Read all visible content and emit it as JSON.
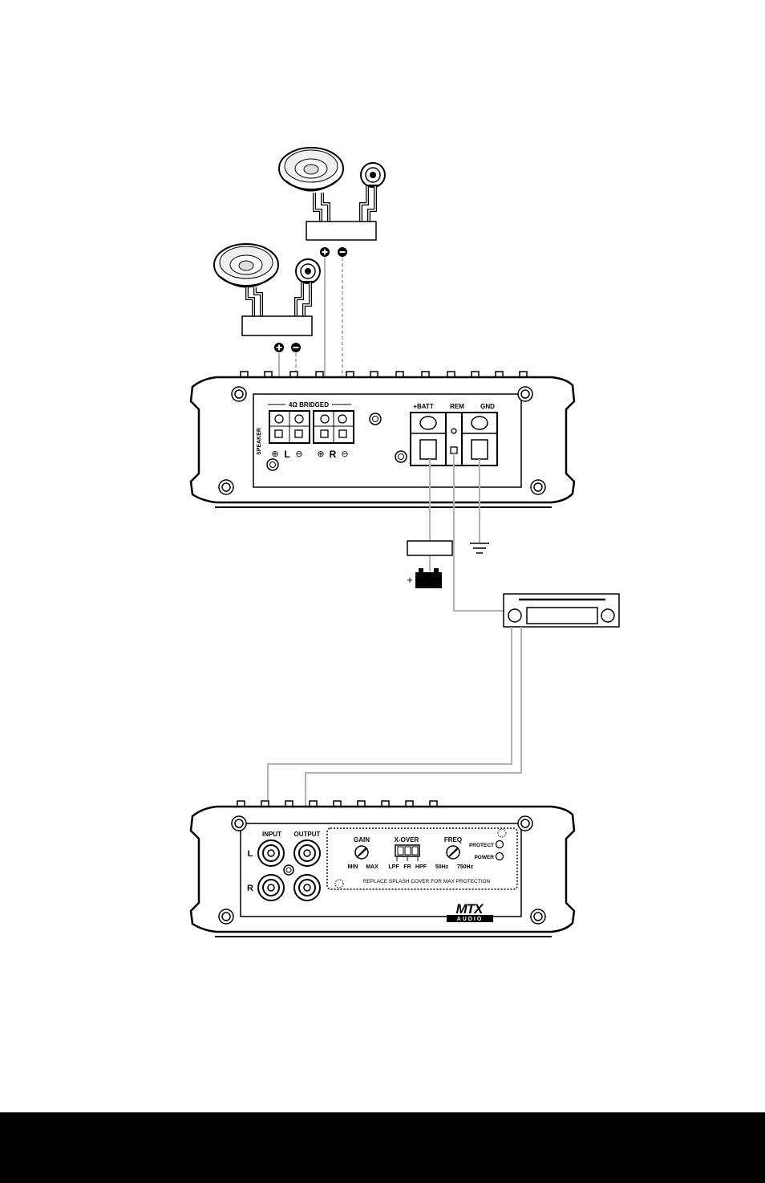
{
  "amp_top": {
    "terminal_group_label": "4Ω  BRIDGED",
    "speaker_label": "SPEAKER",
    "left_channel": "L",
    "right_channel": "R",
    "plus_symbol": "⊕",
    "minus_symbol": "⊖",
    "batt_label": "+BATT",
    "rem_label": "REM",
    "gnd_label": "GND"
  },
  "battery": {
    "plus_sign": "+"
  },
  "amp_bottom": {
    "input_label": "INPUT",
    "output_label": "OUTPUT",
    "left_label": "L",
    "right_label": "R",
    "gain_label": "GAIN",
    "gain_min": "MIN",
    "gain_max": "MAX",
    "xover_label": "X-OVER",
    "xover_lpf": "LPF",
    "xover_fr": "FR",
    "xover_hpf": "HPF",
    "freq_label": "FREQ",
    "freq_low": "50Hz",
    "freq_high": "750Hz",
    "protect_label": "PROTECT",
    "power_label": "POWER",
    "splash_note": "REPLACE SPLASH COVER FOR MAX PROTECTION",
    "brand_top": "MTX",
    "brand_bottom": "AUDIO"
  },
  "colors": {
    "wire_gray": "#b3b3b3",
    "ink": "#000000",
    "footer": "#000000"
  }
}
